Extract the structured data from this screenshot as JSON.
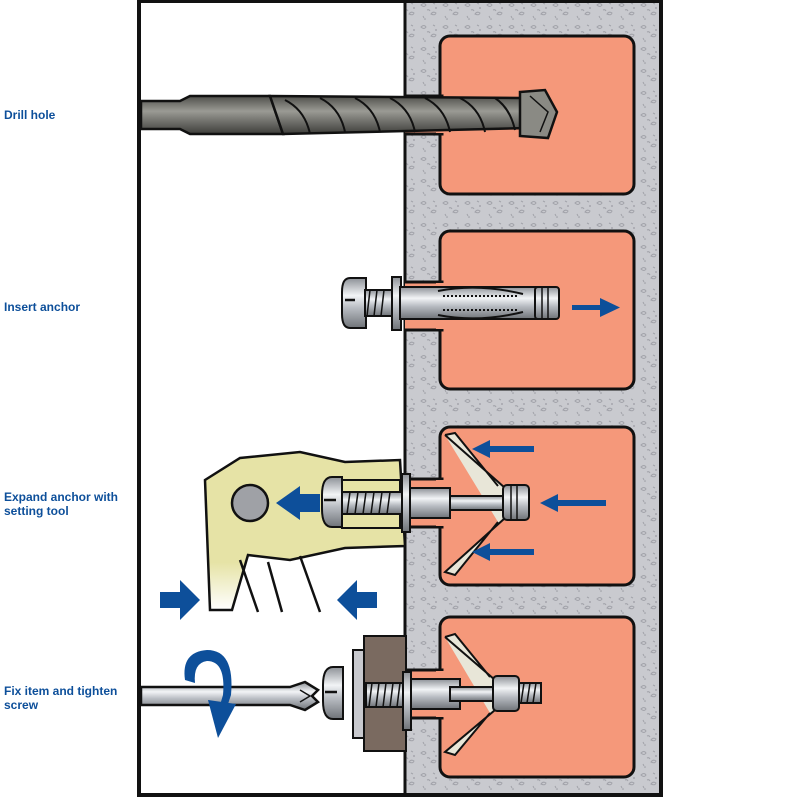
{
  "diagram": {
    "colors": {
      "frame": "#111111",
      "background": "#ffffff",
      "wall": "#c9cacf",
      "wall_speckle": "#a9aab0",
      "cavity": "#f5987a",
      "arrow": "#0d4f9a",
      "tool": "#e6e3a6",
      "steel": "#9aa0a6",
      "drill": "#6b6b66",
      "spacer": "#7a6a60"
    },
    "steps": [
      {
        "index": 1,
        "label": "Drill hole",
        "tool": "masonry-drill-bit",
        "arrows": []
      },
      {
        "index": 2,
        "label": "Insert anchor",
        "tool": "hollow-wall-anchor",
        "arrows": [
          "right"
        ]
      },
      {
        "index": 3,
        "label": "Expand anchor with setting tool",
        "tool": "setting-pliers",
        "arrows": [
          "left",
          "left",
          "left",
          "left",
          "squeeze-right",
          "squeeze-left"
        ]
      },
      {
        "index": 4,
        "label": "Fix item and tighten screw",
        "tool": "screwdriver",
        "arrows": [
          "rotate"
        ]
      }
    ]
  }
}
